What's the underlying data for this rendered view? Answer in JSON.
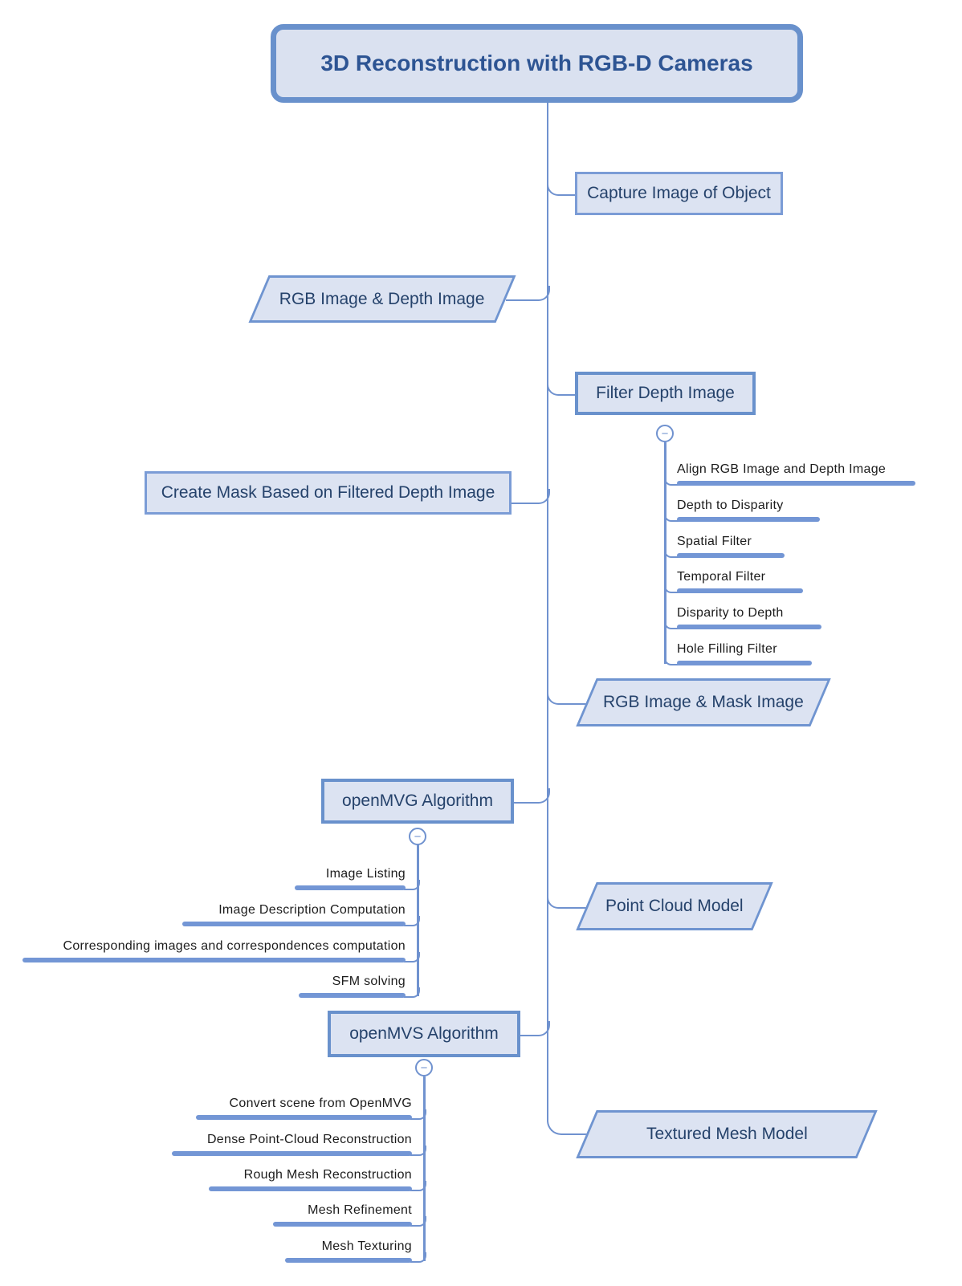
{
  "title": "3D Reconstruction with RGB-D Cameras",
  "icons": {
    "collapse_minus": "−"
  },
  "colors": {
    "accent_line": "#7092cf",
    "node_fill": "#dce3f2",
    "node_border": "#6991cc",
    "node_text": "#25426b",
    "subtopic_text": "#1c1c1c"
  },
  "nodes": {
    "capture": {
      "label": "Capture Image of Object"
    },
    "rgb_depth": {
      "label": "RGB Image & Depth Image"
    },
    "filter": {
      "label": "Filter Depth Image",
      "steps": [
        "Align RGB Image and Depth Image",
        "Depth to Disparity",
        "Spatial Filter",
        "Temporal Filter",
        "Disparity to Depth",
        "Hole Filling Filter"
      ]
    },
    "create_mask": {
      "label": "Create Mask Based on Filtered Depth Image"
    },
    "rgb_mask": {
      "label": "RGB Image & Mask Image"
    },
    "openmvg": {
      "label": "openMVG Algorithm",
      "steps": [
        "Image Listing",
        "Image Description Computation",
        "Corresponding images and correspondences computation",
        "SFM solving"
      ]
    },
    "point_cloud": {
      "label": "Point Cloud Model"
    },
    "openmvs": {
      "label": "openMVS Algorithm",
      "steps": [
        "Convert scene from OpenMVG",
        "Dense Point-Cloud Reconstruction",
        "Rough Mesh Reconstruction",
        "Mesh Refinement",
        "Mesh Texturing"
      ]
    },
    "textured_mesh": {
      "label": "Textured Mesh Model"
    }
  }
}
